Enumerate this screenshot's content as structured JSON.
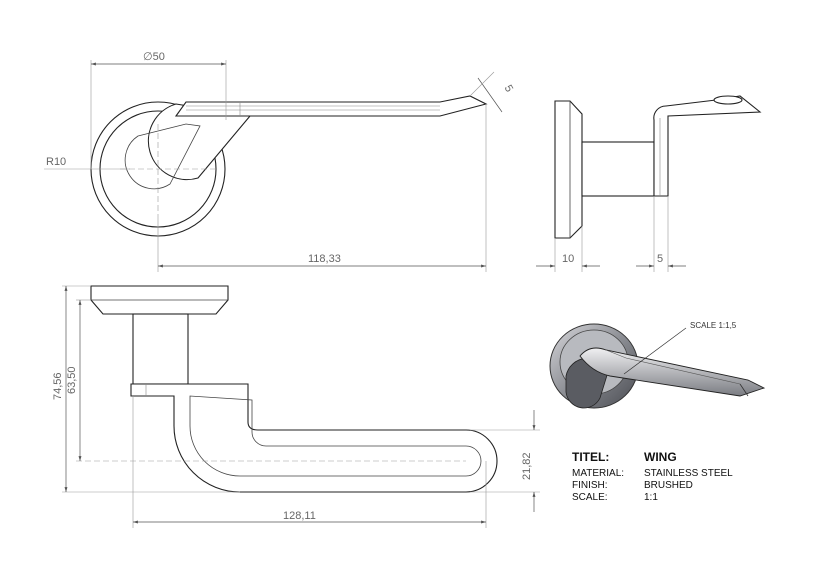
{
  "dimensions": {
    "diameter": "∅50",
    "radius": "R10",
    "length_top": "118,33",
    "angle_top": "5",
    "side_left": "10",
    "side_right": "5",
    "height_outer": "74,56",
    "height_inner": "63,50",
    "length_bottom": "128,11",
    "width_bottom": "21,82"
  },
  "callout": {
    "scale_label": "SCALE 1:1,5"
  },
  "title_block": {
    "title_key": "TITEL:",
    "title_value": "WING",
    "material_key": "MATERIAL:",
    "material_value": "STAINLESS STEEL",
    "finish_key": "FINISH:",
    "finish_value": "BRUSHED",
    "scale_key": "SCALE:",
    "scale_value": "1:1"
  }
}
